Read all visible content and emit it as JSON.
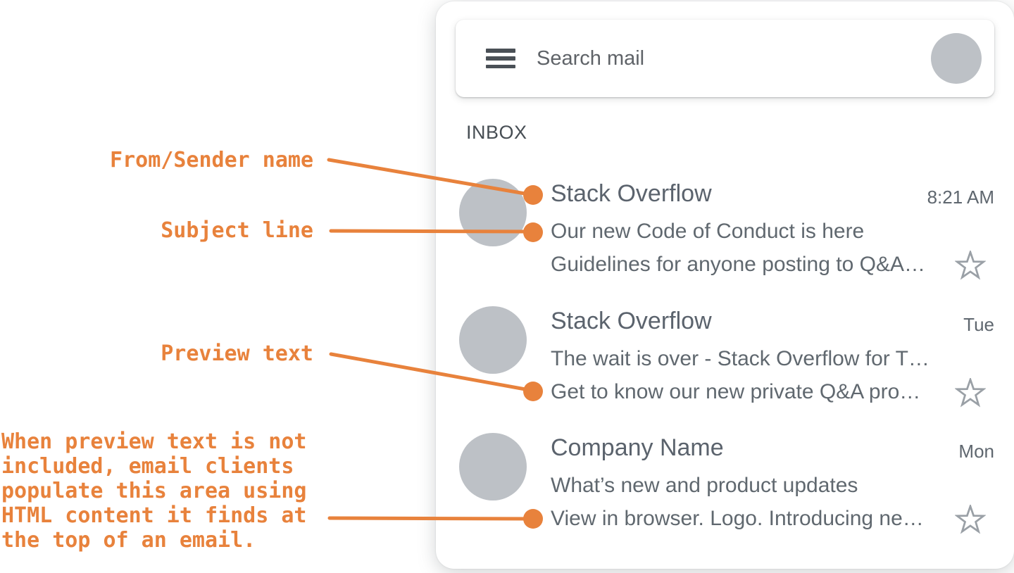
{
  "annotations": {
    "accent_color": "#E8823C",
    "labels": [
      {
        "text": "From/Sender name"
      },
      {
        "text": "Subject line"
      },
      {
        "text": "Preview text"
      }
    ],
    "note": "When preview text is not\nincluded, email clients\npopulate this area using\nHTML content it finds at\nthe top of an email."
  },
  "email_client": {
    "search": {
      "placeholder": "Search mail"
    },
    "inbox_label": "INBOX",
    "emails": [
      {
        "sender": "Stack Overflow",
        "time": "8:21 AM",
        "subject": "Our new Code of Conduct is here",
        "preview": "Guidelines for anyone posting to Q&A…"
      },
      {
        "sender": "Stack Overflow",
        "time": "Tue",
        "subject": "The wait is over - Stack Overflow for T…",
        "preview": "Get to know our new private Q&A pro…"
      },
      {
        "sender": "Company Name",
        "time": "Mon",
        "subject": "What’s new and product updates",
        "preview": "View in browser. Logo. Introducing ne…"
      }
    ]
  },
  "icons": {
    "menu": "hamburger-menu-icon",
    "avatar": "profile-avatar-circle",
    "star": "star-outline-icon",
    "connector_dot": "orange-callout-dot"
  },
  "colors": {
    "accent_orange": "#E8823C",
    "avatar_gray": "#BDC1C6",
    "star_gray": "#9AA0A6",
    "sender_text": "#5B636D",
    "body_text": "#60686F",
    "inbox_text": "#474E54",
    "background": "#FFFFFF"
  }
}
